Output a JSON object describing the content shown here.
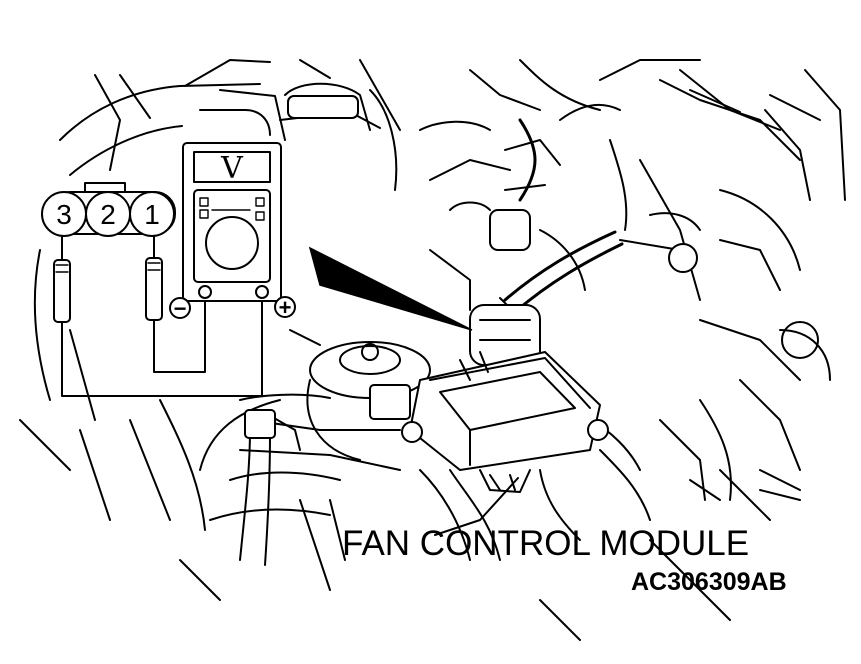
{
  "connector": {
    "pins": [
      "3",
      "2",
      "1"
    ]
  },
  "meter": {
    "mode_label": "V",
    "negative_symbol": "−",
    "positive_symbol": "+"
  },
  "labels": {
    "component": "FAN CONTROL MODULE",
    "figure_code": "AC306309AB"
  }
}
